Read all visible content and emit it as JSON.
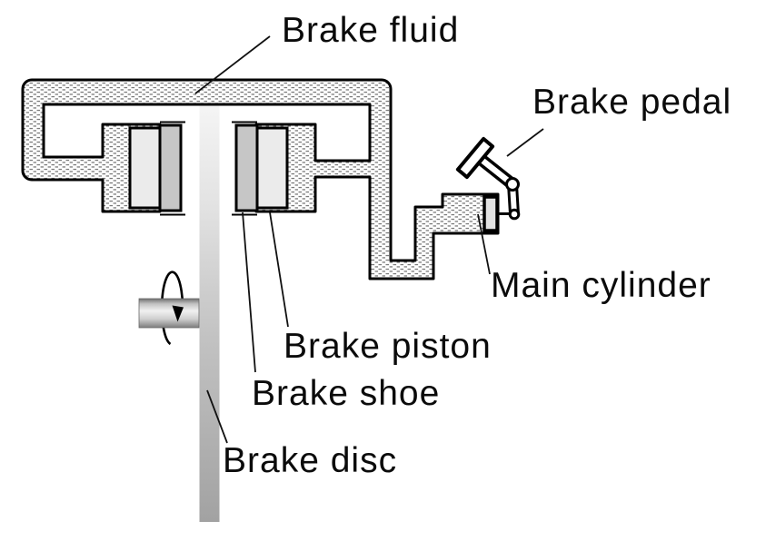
{
  "diagram": {
    "labels": {
      "brake_fluid": "Brake fluid",
      "brake_pedal": "Brake pedal",
      "main_cylinder": "Main cylinder",
      "brake_piston": "Brake piston",
      "brake_shoe": "Brake shoe",
      "brake_disc": "Brake disc"
    },
    "colors": {
      "background": "#ffffff",
      "outline": "#000000",
      "stipple_dash": "#7a7a7a",
      "piston_fill": "#ebebeb",
      "shoe_fill": "#c6c6c6",
      "cylinder_piston_fill": "#e3e3e3",
      "disc_gray_top": "#f4f4f4",
      "disc_gray_bottom": "#a2a2a2",
      "axle_gray": "#bfbfbf"
    }
  }
}
